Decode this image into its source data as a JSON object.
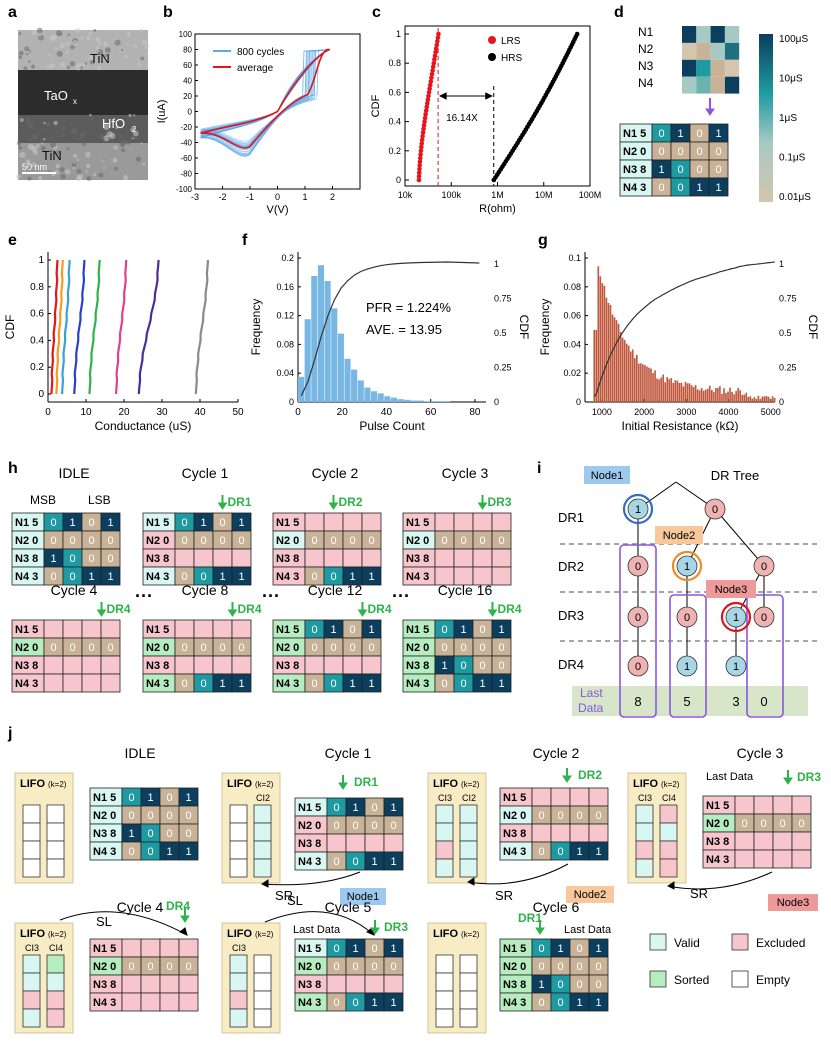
{
  "colors": {
    "valid": "#d8f6f2",
    "excluded": "#f7c6cc",
    "sorted": "#b5edc0",
    "empty": "#ffffff",
    "lifo_bg": "#f8ecc4",
    "dark": "#0c3e5e",
    "teal": "#1e9aa3",
    "tan": "#c9b398",
    "green_arrow": "#2db34a",
    "purple": "#8a56e2",
    "red_curve": "#e0141e",
    "blue_curve": "#5aa9e8",
    "hist_blue": "#78b7e3",
    "hist_red": "#c0573d",
    "node_pink": "#efb3b3",
    "node_blue": "#a9d6e5"
  },
  "panels": {
    "a": "a",
    "b": "b",
    "c": "c",
    "d": "d",
    "e": "e",
    "f": "f",
    "g": "g",
    "h": "h",
    "i": "i",
    "j": "j"
  },
  "a": {
    "layers": [
      "TiN",
      "TaO",
      "x",
      "HfO",
      "2",
      "TiN"
    ],
    "scale": "50 nm"
  },
  "b": {
    "xlabel": "V(V)",
    "ylabel": "I(uA)",
    "legend": [
      "800 cycles",
      "average"
    ],
    "xticks": [
      "-3",
      "-2",
      "-1",
      "0",
      "1",
      "2"
    ],
    "yticks": [
      "100",
      "80",
      "60",
      "40",
      "20",
      "0",
      "-20",
      "-40",
      "-60",
      "-80",
      "-100"
    ]
  },
  "c": {
    "xlabel": "R(ohm)",
    "ylabel": "CDF",
    "legend": [
      "LRS",
      "HRS"
    ],
    "annotation": "16.14X",
    "xticks": [
      "10k",
      "100k",
      "1M",
      "10M",
      "100M"
    ],
    "yticks": [
      "0",
      "0.2",
      "0.4",
      "0.6",
      "0.8",
      "1"
    ]
  },
  "d": {
    "rows": [
      "N1",
      "N2",
      "N3",
      "N4"
    ],
    "colorbar": [
      "100μS",
      "10μS",
      "1μS",
      "0.1μS",
      "0.01μS"
    ],
    "table": [
      {
        "n": "N1",
        "v": "5",
        "bits": [
          "0",
          "1",
          "0",
          "1"
        ]
      },
      {
        "n": "N2",
        "v": "0",
        "bits": [
          "0",
          "0",
          "0",
          "0"
        ]
      },
      {
        "n": "N3",
        "v": "8",
        "bits": [
          "1",
          "0",
          "0",
          "0"
        ]
      },
      {
        "n": "N4",
        "v": "3",
        "bits": [
          "0",
          "0",
          "1",
          "1"
        ]
      }
    ]
  },
  "e": {
    "xlabel": "Conductance (uS)",
    "ylabel": "CDF",
    "xticks": [
      "0",
      "10",
      "20",
      "30",
      "40",
      "50"
    ],
    "yticks": [
      "0",
      "0.2",
      "0.4",
      "0.6",
      "0.8",
      "1"
    ]
  },
  "f": {
    "xlabel": "Pulse Count",
    "ylabel": "Frequency",
    "ylabel2": "CDF",
    "text1": "PFR = 1.224%",
    "text2": "AVE. = 13.95",
    "xticks": [
      "0",
      "20",
      "40",
      "60",
      "80"
    ],
    "yticks": [
      "0",
      "0.04",
      "0.08",
      "0.12",
      "0.16",
      "0.2"
    ],
    "y2ticks": [
      "0",
      "0.25",
      "0.5",
      "0.75",
      "1"
    ]
  },
  "g": {
    "xlabel": "Initial Resistance (kΩ)",
    "ylabel": "Frequency",
    "ylabel2": "CDF",
    "xticks": [
      "1000",
      "2000",
      "3000",
      "4000",
      "5000"
    ],
    "yticks": [
      "0",
      "0.02",
      "0.04",
      "0.06",
      "0.08",
      "0.1"
    ],
    "y2ticks": [
      "0",
      "0.25",
      "0.5",
      "0.75",
      "1"
    ]
  },
  "h": {
    "titles": [
      "IDLE",
      "Cycle 1",
      "Cycle 2",
      "Cycle 3",
      "Cycle 4",
      "Cycle 8",
      "Cycle 12",
      "Cycle 16"
    ],
    "msb": "MSB",
    "lsb": "LSB",
    "dr": [
      "DR1",
      "DR2",
      "DR3",
      "DR4",
      "DR4",
      "DR4",
      "DR4"
    ],
    "dots": "···",
    "rows": [
      {
        "n": "N1",
        "v": "5"
      },
      {
        "n": "N2",
        "v": "0"
      },
      {
        "n": "N3",
        "v": "8"
      },
      {
        "n": "N4",
        "v": "3"
      }
    ]
  },
  "i": {
    "title": "DR Tree",
    "node_labels": [
      "Node1",
      "Node2",
      "Node3"
    ],
    "levels": [
      "DR1",
      "DR2",
      "DR3",
      "DR4"
    ],
    "last_data_label": [
      "Last",
      "Data"
    ],
    "last_data": [
      "8",
      "5",
      "3",
      "0"
    ],
    "nodes": {
      "root_l": "1",
      "root_r": "0",
      "dr2_a": "0",
      "dr2_b": "1",
      "dr2_c": "0",
      "dr3_a": "0",
      "dr3_b": "0",
      "dr3_c": "1",
      "dr3_d": "0",
      "dr4_a": "0",
      "dr4_b": "1",
      "dr4_c": "1"
    }
  },
  "j": {
    "titles": [
      "IDLE",
      "Cycle 1",
      "Cycle 2",
      "Cycle 3",
      "Cycle 4",
      "Cycle 5",
      "Cycle 6"
    ],
    "lifo": "LIFO",
    "k": "(k=2)",
    "ops": [
      "SR",
      "SR",
      "SR",
      "SL",
      "SL"
    ],
    "nodes": [
      "Node1",
      "Node2",
      "Node3"
    ],
    "last_data": "Last Data",
    "dr": [
      "DR1",
      "DR2",
      "DR3",
      "DR4",
      "DR3",
      "DR1"
    ],
    "stack_labels": {
      "c1": [
        "",
        "CI2"
      ],
      "c2": [
        "CI3",
        "CI2"
      ],
      "c3": [
        "CI3",
        "CI4"
      ],
      "c4": [
        "CI3",
        "CI4"
      ],
      "c5": [
        "CI3",
        ""
      ]
    },
    "legend": [
      "Valid",
      "Excluded",
      "Sorted",
      "Empty"
    ]
  }
}
